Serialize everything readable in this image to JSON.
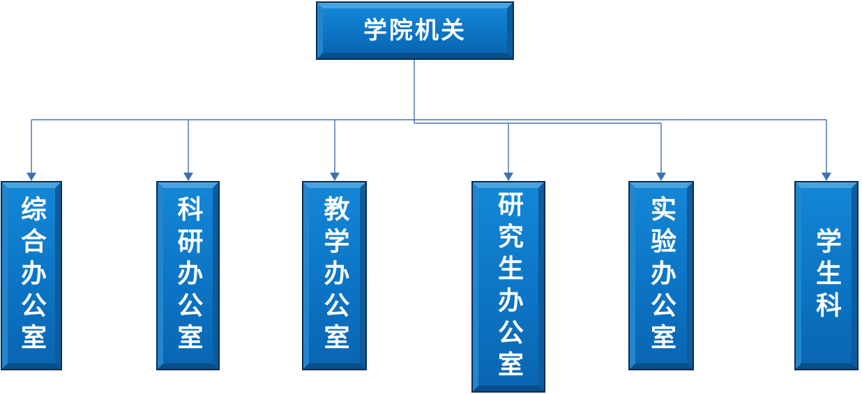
{
  "diagram": {
    "type": "org-chart",
    "root": {
      "label": "学院机关"
    },
    "children": [
      {
        "label": "综合办公室"
      },
      {
        "label": "科研办公室"
      },
      {
        "label": "教学办公室"
      },
      {
        "label": "研究生办公室"
      },
      {
        "label": "实验办公室"
      },
      {
        "label": "学生科"
      }
    ],
    "colors": {
      "box_fill": "#0C74C4",
      "box_border_dark": "#0A2C50",
      "bevel_highlight": "#4BA3DE",
      "bevel_shadow": "#084E87",
      "connector": "#4170B0",
      "text": "#FFFFFF",
      "background": "#FFFFFF"
    }
  }
}
